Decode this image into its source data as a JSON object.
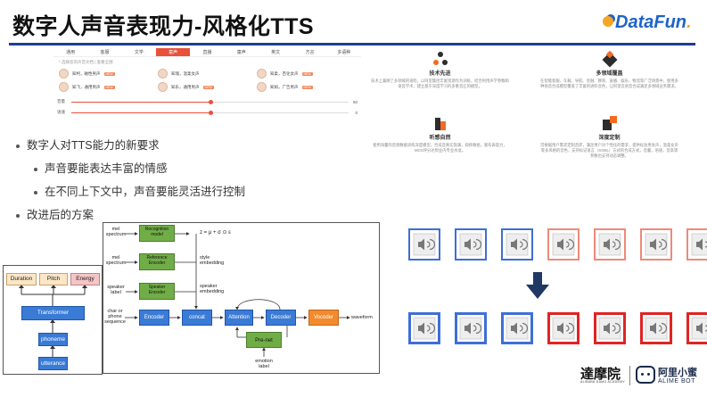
{
  "slide": {
    "title": "数字人声音表现力-风格化TTS"
  },
  "logos": {
    "datafun": "DataFun",
    "damo": "達摩院",
    "damo_sub": "ALIBABA DAMO ACADEMY",
    "alime": "阿里小蜜",
    "alime_sub": "ALIME BOT"
  },
  "voice_panel": {
    "tabs": [
      "通用",
      "客服",
      "文学",
      "童声",
      "直播",
      "童声",
      "英文",
      "方言",
      "多语种"
    ],
    "active_tab": 3,
    "hint": "* 选择您的声音文档 | 查看全部",
    "voices": [
      {
        "name": "知柯，磁性男声",
        "tag": "NEW"
      },
      {
        "name": "知瑞，温柔女声",
        "tag": ""
      },
      {
        "name": "知柔，百化女声",
        "tag": "NEW"
      },
      {
        "name": "知飞，通用男声",
        "tag": "NEW"
      },
      {
        "name": "知乐，通用男声",
        "tag": "NEW"
      },
      {
        "name": "知如，广告男声",
        "tag": "NEW"
      }
    ],
    "sliders": [
      {
        "label": "音量",
        "value": "50",
        "fraction": 0.5
      },
      {
        "label": "语速",
        "value": "0",
        "fraction": 0.5
      }
    ]
  },
  "features": [
    {
      "title": "技术先进",
      "desc": "技术上兼顾了多领域的语料，以阿里集团丰富资源作为训练，结合利用声学参数和语音学术，建立基于深度学习的多重音庄的模型。"
    },
    {
      "title": "多领域覆盖",
      "desc": "在智能客服、车载、导航、金融、教育、直播、娱乐、物流等广泛场景中，使用多种语音合成模型覆盖了丰富的语料音色，让阿里云语音合成满足多领域业务需求。"
    },
    {
      "title": "听感自然",
      "desc": "使用海量的音频数据训练深度模型，合成音真实饱满，抑扬顿挫，富有表现力，MOS评分达到业内专业水准。"
    },
    {
      "title": "深度定制",
      "desc": "可根据用户需求定制音库，满足用户对个性化的需求，提供标准男女声，温柔女声等多风格的音色，支持标记语言（SSML）方式的合成方式，音量，语速，音高等参数也支持动态调整。"
    }
  ],
  "bullets": [
    {
      "level": 1,
      "text": "数字人对TTS能力的新要求"
    },
    {
      "level": 2,
      "text": "声音要能表达丰富的情感"
    },
    {
      "level": 2,
      "text": "在不同上下文中，声音要能灵活进行控制"
    },
    {
      "level": 1,
      "text": "改进后的方案"
    }
  ],
  "arch_small": {
    "duration": "Duration",
    "pitch": "Pitch",
    "energy": "Energy",
    "transformer": "Transformer",
    "phoneme": "phoneme",
    "utterance": "utterance"
  },
  "arch_main": {
    "mel_spectrum_1": "mel spectrum",
    "mel_spectrum_2": "mel spectrum",
    "speaker_label": "speaker label",
    "char_phone": "char or phone sequence",
    "recognition": "Recognition model",
    "reference": "Reference Encoder",
    "speaker_enc": "Speaker Encoder",
    "formula": "z = μ + σ ⊙ ε",
    "style_emb": "style embedding",
    "speaker_emb": "speaker embedding",
    "encoder": "Encoder",
    "concat": "concat",
    "attention": "Attention",
    "decoder": "Decoder",
    "vocoder": "Vocoder",
    "waveform": "waveform",
    "prenet": "Pre-net",
    "emotion_label": "emotion label"
  },
  "sound_grid": {
    "top_row": [
      "blue",
      "blue",
      "blue",
      "salmon",
      "salmon",
      "salmon",
      "salmon"
    ],
    "bottom_row": [
      "blue",
      "blue",
      "blue",
      "red",
      "red",
      "red",
      "red"
    ],
    "colors": {
      "blue": "#3d6fd6",
      "salmon": "#ee8a7a",
      "red": "#e02424"
    }
  }
}
